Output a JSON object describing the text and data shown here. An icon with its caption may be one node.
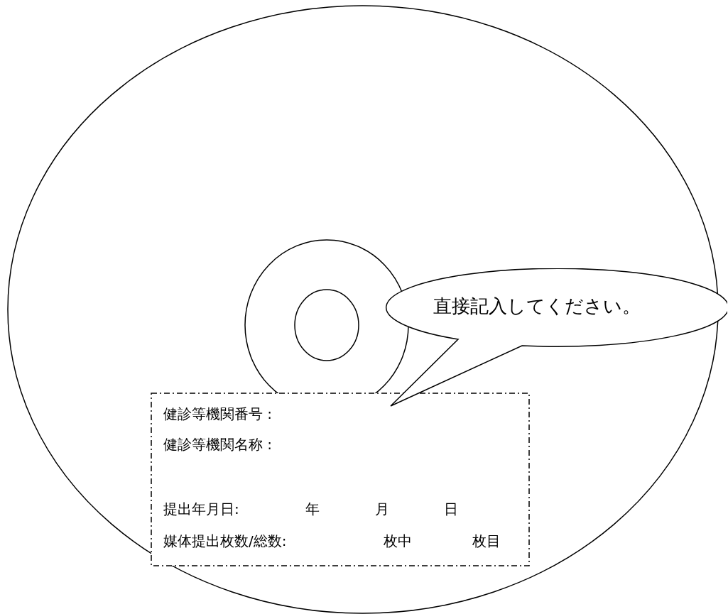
{
  "diagram": {
    "nodes": [
      {
        "text": [
          "直接記入してください。"
        ]
      },
      {
        "text": [
          "健診等機関番号 :",
          "健診等機関名称 :",
          "提出年月日:",
          "年",
          "月",
          "日",
          "媒体提出枚数/総数:",
          "枚中",
          "枚目"
        ]
      }
    ]
  }
}
